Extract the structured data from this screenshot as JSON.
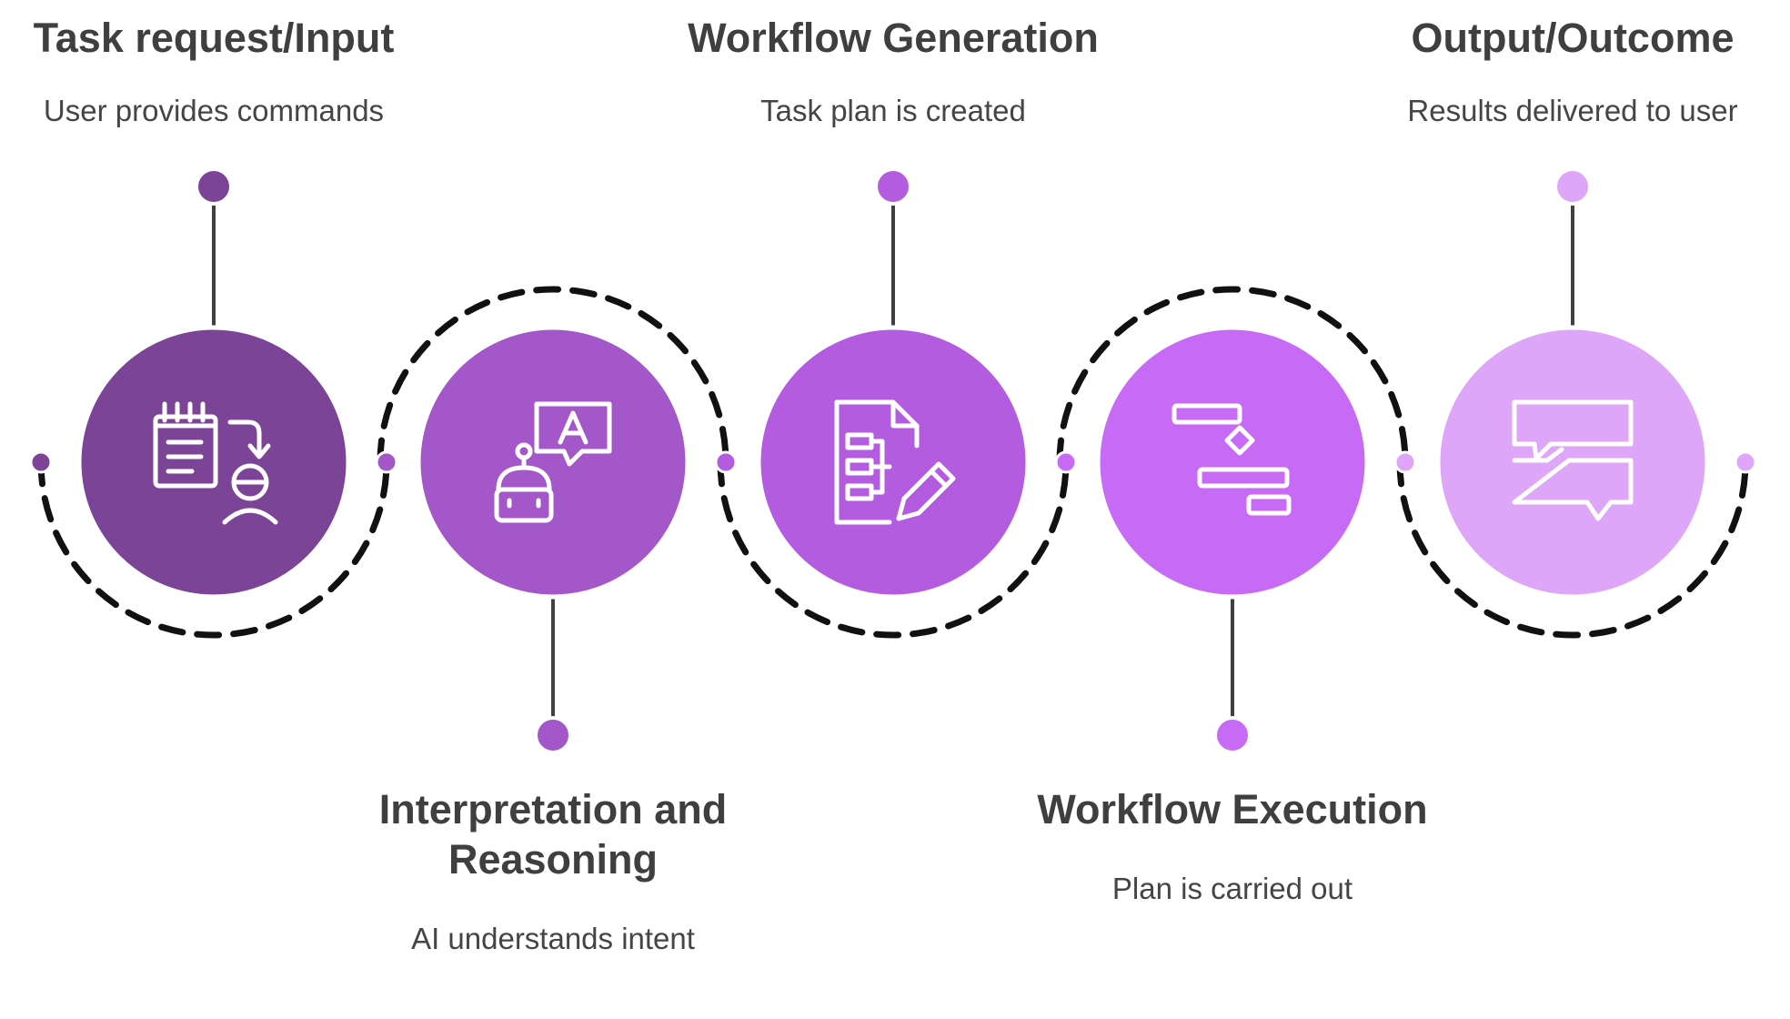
{
  "steps": [
    {
      "title": "Task request/Input",
      "title_lines": [
        "Task request/Input"
      ],
      "description": "User provides commands",
      "color": "#7b4496",
      "icon": "clipboard-user-icon",
      "label_side": "top",
      "arc_side": "bottom"
    },
    {
      "title": "Interpretation and Reasoning",
      "title_lines": [
        "Interpretation and",
        "Reasoning"
      ],
      "description": "AI understands intent",
      "color": "#a357c8",
      "icon": "robot-chat-icon",
      "label_side": "bottom",
      "arc_side": "top"
    },
    {
      "title": "Workflow Generation",
      "title_lines": [
        "Workflow Generation"
      ],
      "description": "Task plan is created",
      "color": "#b45ce0",
      "icon": "document-flow-pencil-icon",
      "label_side": "top",
      "arc_side": "bottom"
    },
    {
      "title": "Workflow Execution",
      "title_lines": [
        "Workflow Execution"
      ],
      "description": "Plan is carried out",
      "color": "#c76af5",
      "icon": "gantt-flow-icon",
      "label_side": "bottom",
      "arc_side": "top"
    },
    {
      "title": "Output/Outcome",
      "title_lines": [
        "Output/Outcome"
      ],
      "description": "Results delivered to user",
      "color": "#dea6f9",
      "icon": "chat-bubbles-icon",
      "label_side": "top",
      "arc_side": "bottom"
    }
  ]
}
